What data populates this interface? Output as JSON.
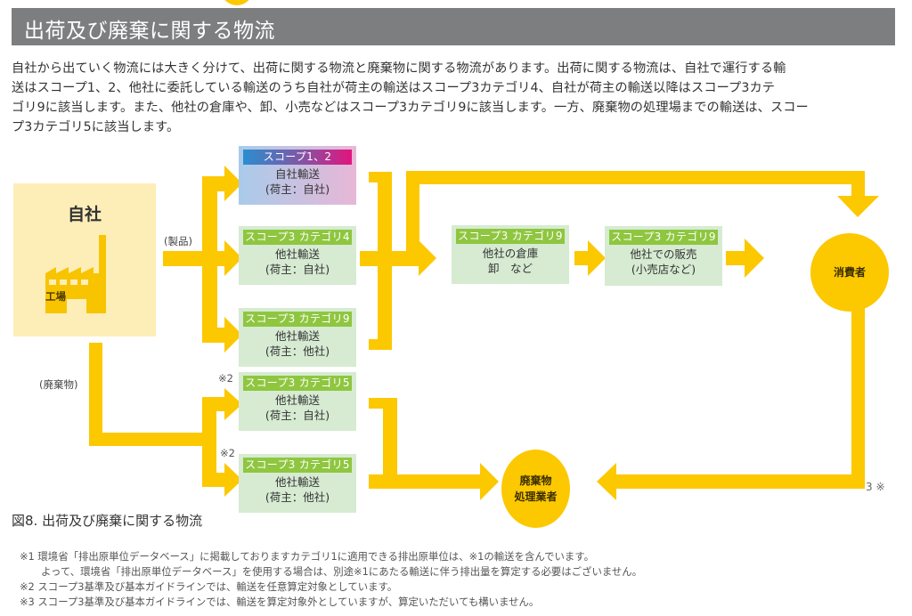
{
  "header": {
    "title": "出荷及び廃棄に関する物流"
  },
  "intro": {
    "lines": [
      "自社から出ていく物流には大きく分けて、出荷に関する物流と廃棄物に関する物流があります。出荷に関する物流は、自社で運行する輸",
      "送はスコープ1、2、他社に委託している輸送のうち自社が荷主の輸送はスコープ3カテゴリ4、自社が荷主の輸送以降はスコープ3カテ",
      "ゴリ9に該当します。また、他社の倉庫や、卸、小売などはスコープ3カテゴリ9に該当します。一方、廃棄物の処理場までの輸送は、スコー",
      "プ3カテゴリ5に該当します。"
    ]
  },
  "colors": {
    "arrow": "#fcc800",
    "company_bg": "#fdeeb8",
    "box_bg": "#d6ebd2",
    "box_head": "#8fc640",
    "header_bg": "#7d7e80"
  },
  "diagram": {
    "company": {
      "title": "自社",
      "factory_icon": "factory-icon",
      "factory_label": "工場"
    },
    "labels": {
      "product": "(製品)",
      "waste": "(廃棄物)"
    },
    "boxes": [
      {
        "id": "scope12",
        "head": "スコープ1、2",
        "lines": [
          "自社輸送",
          "(荷主：自社)"
        ]
      },
      {
        "id": "cat4",
        "head": "スコープ3 カテゴリ4",
        "lines": [
          "他社輸送",
          "(荷主：自社)"
        ]
      },
      {
        "id": "cat9-transport",
        "head": "スコープ3 カテゴリ9",
        "lines": [
          "他社輸送",
          "(荷主：他社)"
        ]
      },
      {
        "id": "cat5-own",
        "head": "スコープ3 カテゴリ5",
        "lines": [
          "他社輸送",
          "(荷主：自社)"
        ],
        "note": "※2"
      },
      {
        "id": "cat5-other",
        "head": "スコープ3 カテゴリ5",
        "lines": [
          "他社輸送",
          "(荷主：他社)"
        ],
        "note": "※2"
      },
      {
        "id": "cat9-warehouse",
        "head": "スコープ3 カテゴリ9",
        "lines": [
          "他社の倉庫",
          "卸　など"
        ]
      },
      {
        "id": "cat9-sales",
        "head": "スコープ3 カテゴリ9",
        "lines": [
          "他社での販売",
          "(小売店など)"
        ]
      }
    ],
    "consumer": {
      "label": "消費者"
    },
    "waste_processor": {
      "lines": [
        "廃棄物",
        "処理業者"
      ]
    },
    "return_note": "3 ※"
  },
  "caption": "図8. 出荷及び廃棄に関する物流",
  "footnotes": [
    {
      "text": "※1 環境省「排出原単位データベース」に掲載しておりますカテゴリ1に適用できる排出原単位は、※1の輸送を含んでいます。",
      "indent": false
    },
    {
      "text": "よって、環境省「排出原単位データベース」を使用する場合は、別途※1にあたる輸送に伴う排出量を算定する必要はございません。",
      "indent": true
    },
    {
      "text": "※2 スコープ3基準及び基本ガイドラインでは、輸送を任意算定対象としています。",
      "indent": false
    },
    {
      "text": "※3 スコープ3基準及び基本ガイドラインでは、輸送を算定対象外としていますが、算定いただいても構いません。",
      "indent": false
    }
  ]
}
